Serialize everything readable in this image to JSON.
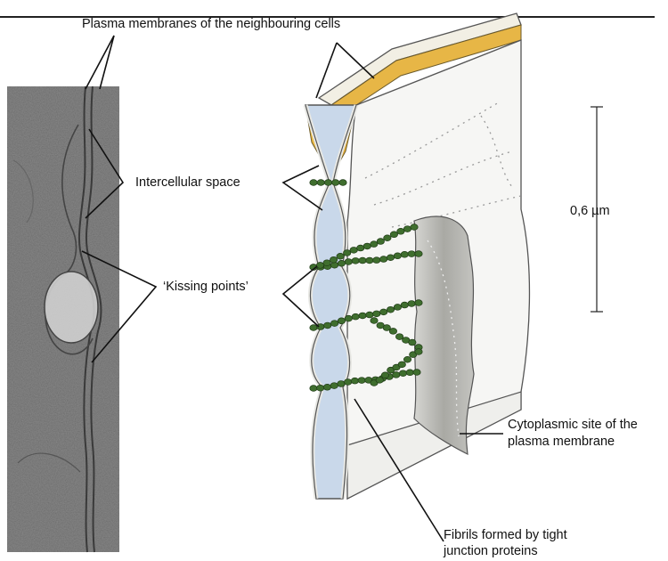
{
  "labels": {
    "plasma_membranes": "Plasma membranes of the neighbouring cells",
    "intercellular_space": "Intercellular space",
    "kissing_points": "‘Kissing points’",
    "scale": "0,6 µm",
    "cytoplasmic_line1": "Cytoplasmic site of the",
    "cytoplasmic_line2": "plasma membrane",
    "fibrils_line1": "Fibrils formed by tight",
    "fibrils_line2": "junction proteins"
  },
  "colors": {
    "micrograph_bg": "#8c8c8c",
    "intercellular_fill": "#c9d8ea",
    "yellow_cut": "#e9b43a",
    "fibril_green": "#3f6e2e",
    "membrane_sheet": "#f4f4f2",
    "cytoplasm_flap": "#b7b7b2"
  }
}
